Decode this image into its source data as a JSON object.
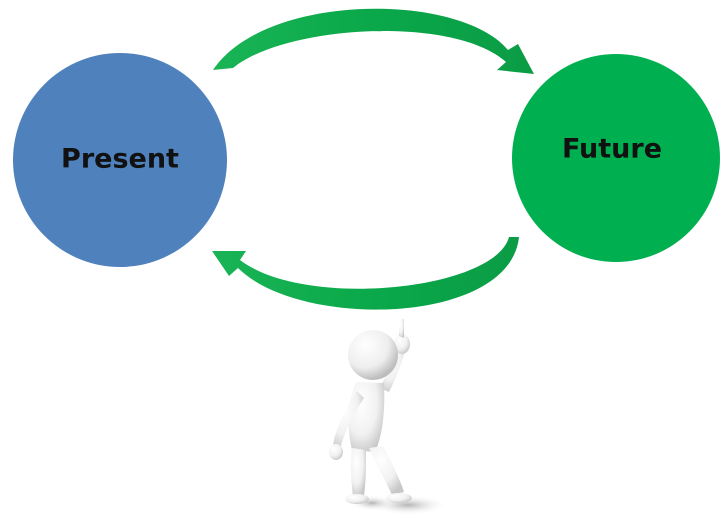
{
  "diagram": {
    "present": {
      "label": "Present",
      "color": "#4f81bd"
    },
    "future": {
      "label": "Future",
      "color": "#00b050"
    },
    "arrows": {
      "color": "#00a84a",
      "top_direction": "present-to-future",
      "bottom_direction": "future-to-present"
    },
    "figure": {
      "icon": "pointing-stick-figure-icon"
    }
  }
}
